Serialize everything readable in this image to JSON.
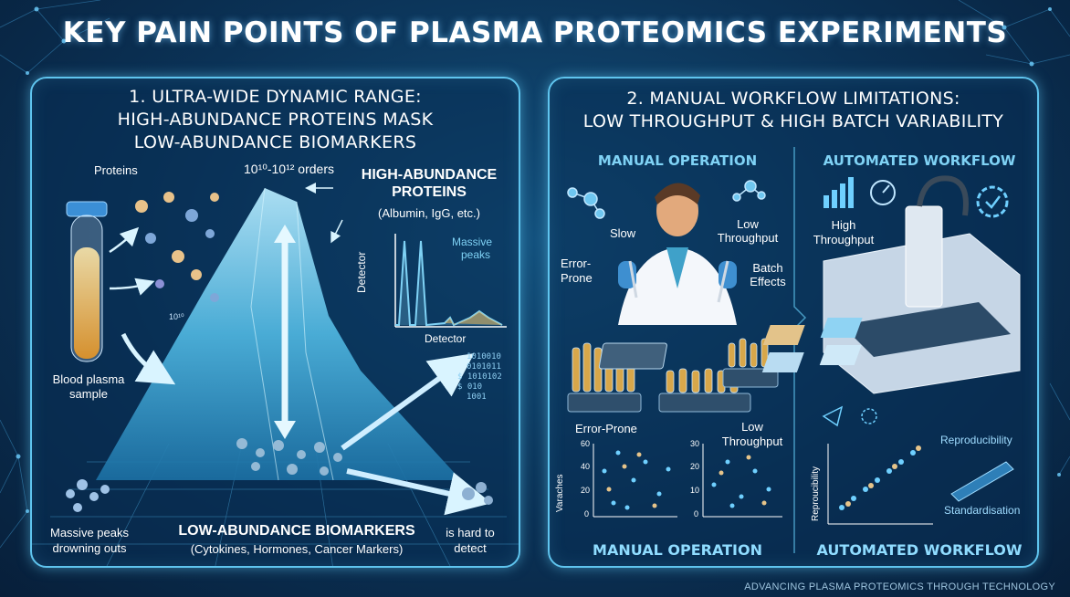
{
  "header": {
    "title": "KEY PAIN POINTS OF PLASMA PROTEOMICS EXPERIMENTS"
  },
  "panel1": {
    "title_lines": [
      "1. ULTRA-WIDE DYNAMIC RANGE:",
      "HIGH-ABUNDANCE PROTEINS MASK",
      "LOW-ABUNDANCE BIOMARKERS"
    ],
    "proteins_label": "Proteins",
    "orders_label": "10¹⁰-10¹² orders",
    "high_abundance_lines": [
      "HIGH-ABUNDANCE",
      "PROTEINS"
    ],
    "high_abundance_examples": "(Albumin, IgG, etc.)",
    "massive_peaks_lines": [
      "Massive",
      "peaks"
    ],
    "detector_y_label": "Detector",
    "detector_x_label": "Detector",
    "tube_scale": "10¹⁰",
    "blood_lines": [
      "Blood plasma",
      "sample"
    ],
    "binary_lines": [
      "1010010",
      "0101011",
      "$ 1010102",
      "$ 010",
      "1001"
    ],
    "low_abundance_title": "LOW-ABUNDANCE BIOMARKERS",
    "low_abundance_examples": "(Cytokines, Hormones, Cancer Markers)",
    "drowning_lines": [
      "Massive peaks",
      "drowning outs"
    ],
    "hard_detect_lines": [
      "is hard to",
      "detect"
    ]
  },
  "panel2": {
    "title_lines": [
      "2. MANUAL WORKFLOW LIMITATIONS:",
      "LOW THROUGHPUT & HIGH BATCH VARIABILITY"
    ],
    "manual_heading": "MANUAL OPERATION",
    "automated_heading": "AUTOMATED WORKFLOW",
    "slow": "Slow",
    "low_throughput_top": [
      "Low",
      "Throughput"
    ],
    "error_prone_top": [
      "Error-",
      "Prone"
    ],
    "batch_effects": [
      "Batch",
      "Effects"
    ],
    "error_prone_bottom": "Error-Prone",
    "low_throughput_bottom": [
      "Low",
      "Throughput"
    ],
    "high_throughput": [
      "High",
      "Throughput"
    ],
    "reproducibility": "Reproducibility",
    "standardisation": "Standardisation",
    "chart1_ylabel": "Varaches",
    "chart1_yticks": [
      "60",
      "40",
      "20",
      "0"
    ],
    "chart2_yticks": [
      "30",
      "20",
      "10",
      "0"
    ],
    "chart3_ylabel": "Reproucibility",
    "manual_footer": "MANUAL OPERATION",
    "automated_footer": "AUTOMATED WORKFLOW"
  },
  "footer": "ADVANCING PLASMA PROTEOMICS THROUGH TECHNOLOGY",
  "colors": {
    "accent": "#5fc4ee",
    "title_glow": "#7fd2f5",
    "background": "#0b3256"
  }
}
